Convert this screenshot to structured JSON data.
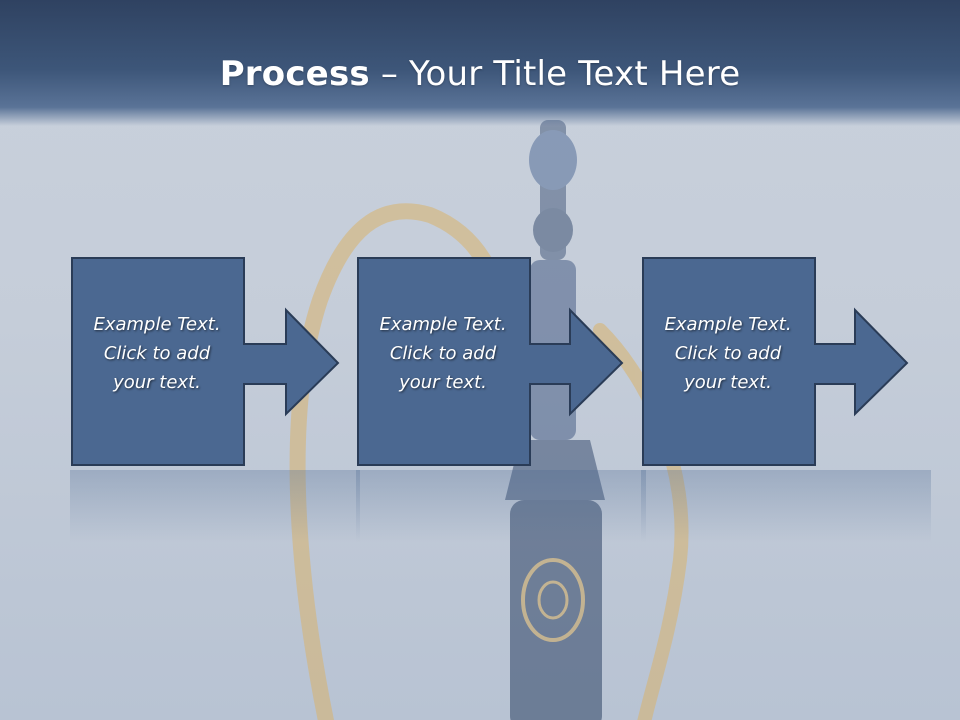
{
  "slide": {
    "title_bold": "Process",
    "title_rest": " – Your Title Text Here"
  },
  "steps": [
    {
      "line1": "Example Text.",
      "line2": "Click  to add",
      "line3": "your text."
    },
    {
      "line1": "Example Text.",
      "line2": "Click  to add",
      "line3": "your text."
    },
    {
      "line1": "Example Text.",
      "line2": "Click  to add",
      "line3": "your text."
    }
  ],
  "colors": {
    "box_fill": "#4b6891",
    "box_stroke": "#2a3c57",
    "title_band": "#3d5679",
    "background": "#c7cfdb",
    "hose": "#d9b36b"
  },
  "background_image": "hookah-photo"
}
